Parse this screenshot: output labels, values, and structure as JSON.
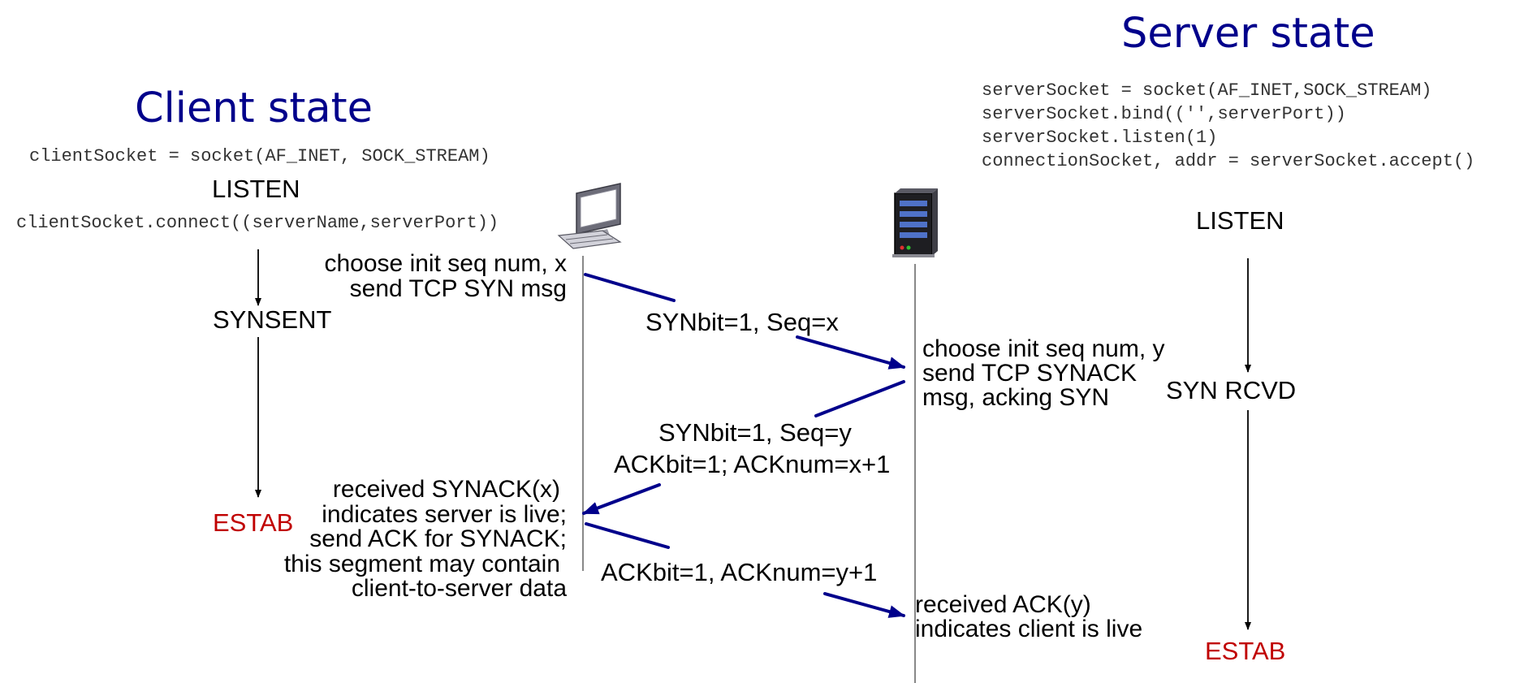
{
  "headings": {
    "client": "Client state",
    "server": "Server state"
  },
  "client": {
    "code_socket": "clientSocket = socket(AF_INET, SOCK_STREAM)",
    "code_connect": "clientSocket.connect((serverName,serverPort))",
    "states": {
      "listen": "LISTEN",
      "synsent": "SYNSENT",
      "estab": "ESTAB"
    },
    "notes": {
      "syn": [
        "choose init seq num, x",
        "send TCP SYN msg"
      ],
      "synack_received": [
        "received SYNACK(x)",
        "indicates server is live;",
        "send ACK for SYNACK;",
        "this segment may contain",
        "client-to-server data"
      ]
    }
  },
  "server": {
    "code": [
      "serverSocket = socket(AF_INET,SOCK_STREAM)",
      "serverSocket.bind(('',serverPort))",
      "serverSocket.listen(1)",
      "connectionSocket, addr = serverSocket.accept()"
    ],
    "states": {
      "listen": "LISTEN",
      "syn_rcvd": "SYN RCVD",
      "estab": "ESTAB"
    },
    "notes": {
      "synack": [
        "choose init seq num, y",
        "send TCP SYNACK",
        "msg, acking SYN"
      ],
      "ack_received": [
        "received ACK(y)",
        "indicates client is live"
      ]
    }
  },
  "messages": {
    "syn": "SYNbit=1, Seq=x",
    "synack_line1": "SYNbit=1, Seq=y",
    "synack_line2": "ACKbit=1; ACKnum=x+1",
    "ack": "ACKbit=1, ACKnum=y+1"
  },
  "icons": {
    "client": "desktop-computer-icon",
    "server": "server-tower-icon"
  },
  "colors": {
    "heading": "#00008b",
    "message_arrow": "#00008b",
    "estab": "#c00000"
  }
}
